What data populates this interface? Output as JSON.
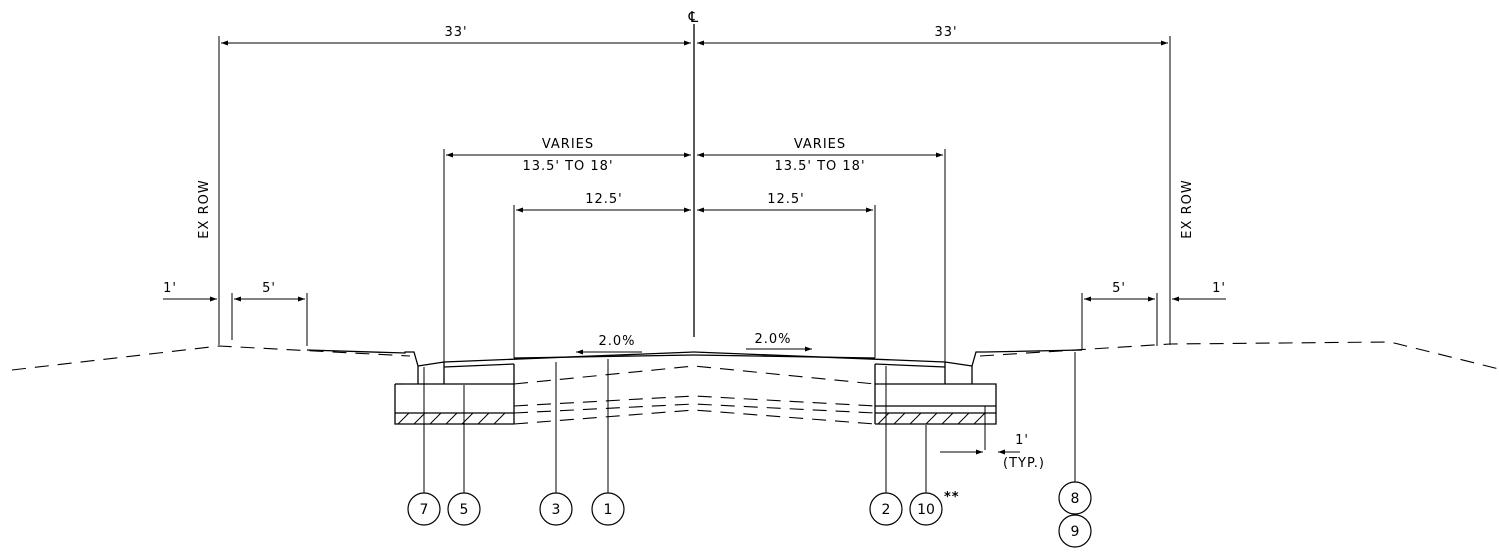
{
  "labels": {
    "centerline": "℄",
    "half_width_left": "33'",
    "half_width_right": "33'",
    "varies_left": "VARIES",
    "varies_range_left": "13.5' TO 18'",
    "varies_right": "VARIES",
    "varies_range_right": "13.5' TO 18'",
    "lane_left": "12.5'",
    "lane_right": "12.5'",
    "row_left": "EX ROW",
    "row_right": "EX ROW",
    "offset_left": "1'",
    "offset_right": "1'",
    "walk_left": "5'",
    "walk_right": "5'",
    "slope_left": "2.0%",
    "slope_right": "2.0%",
    "typ_dim": "1'",
    "typ_note": "(TYP.)",
    "asterisks": "**"
  },
  "callouts": [
    "7",
    "5",
    "3",
    "1",
    "2",
    "10",
    "8",
    "9"
  ]
}
